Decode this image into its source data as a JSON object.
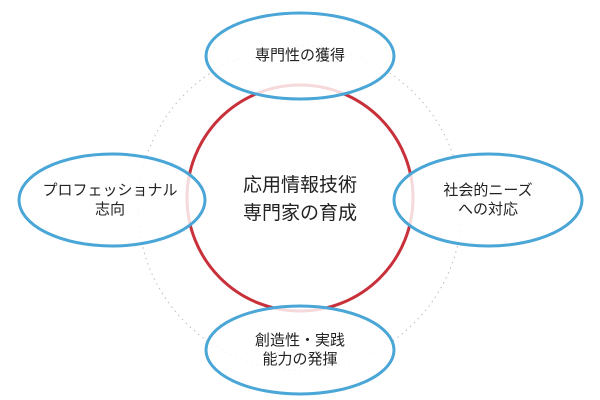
{
  "center": {
    "line1": "応用情報技術",
    "line2": "専門家の育成"
  },
  "nodes": {
    "top": {
      "line1": "専門性の獲得"
    },
    "left": {
      "line1": "プロフェッショナル",
      "line2": "志向"
    },
    "right": {
      "line1": "社会的ニーズ",
      "line2": "への対応"
    },
    "bottom": {
      "line1": "創造性・実践",
      "line2": "能力の発揮"
    }
  },
  "colors": {
    "center_ring": "#c8303a",
    "center_ring_faded": "#efc9cc",
    "node_outline": "#4aa6d6",
    "orbit_dots": "#bdbdbd"
  }
}
